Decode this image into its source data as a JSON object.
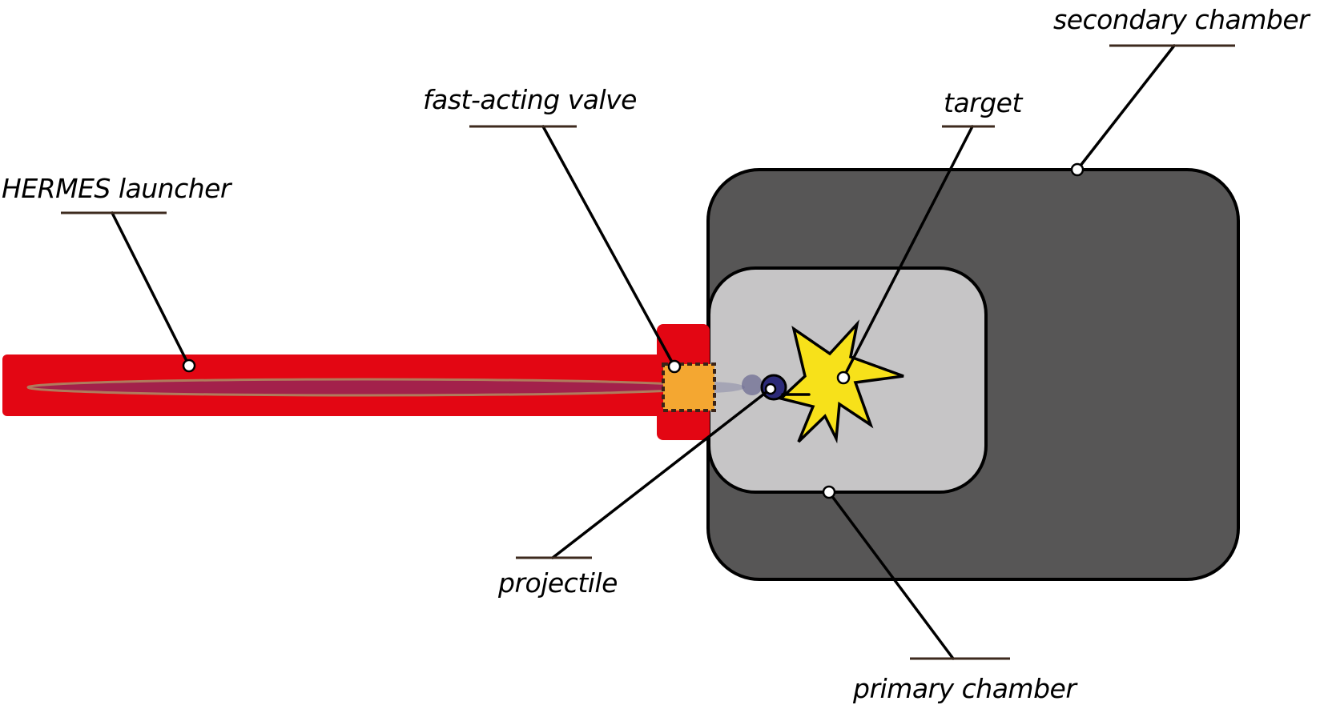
{
  "labels": {
    "hermes_launcher": "HERMES launcher",
    "fast_acting_valve": "fast-acting valve",
    "target": "target",
    "secondary_chamber": "secondary chamber",
    "projectile": "projectile",
    "primary_chamber": "primary chamber"
  },
  "colors": {
    "launcher_body": "#e30613",
    "launcher_bore": "#a3214b",
    "bore_outline": "#b07b5c",
    "valve": "#f4a731",
    "secondary_chamber": "#575656",
    "primary_chamber": "#c6c5c6",
    "projectile": "#2c2a78",
    "projectile_ghost": "#6d6c93",
    "target_star": "#f7e11a",
    "label_underline": "#3d2a1e",
    "leader_line": "#000000"
  }
}
